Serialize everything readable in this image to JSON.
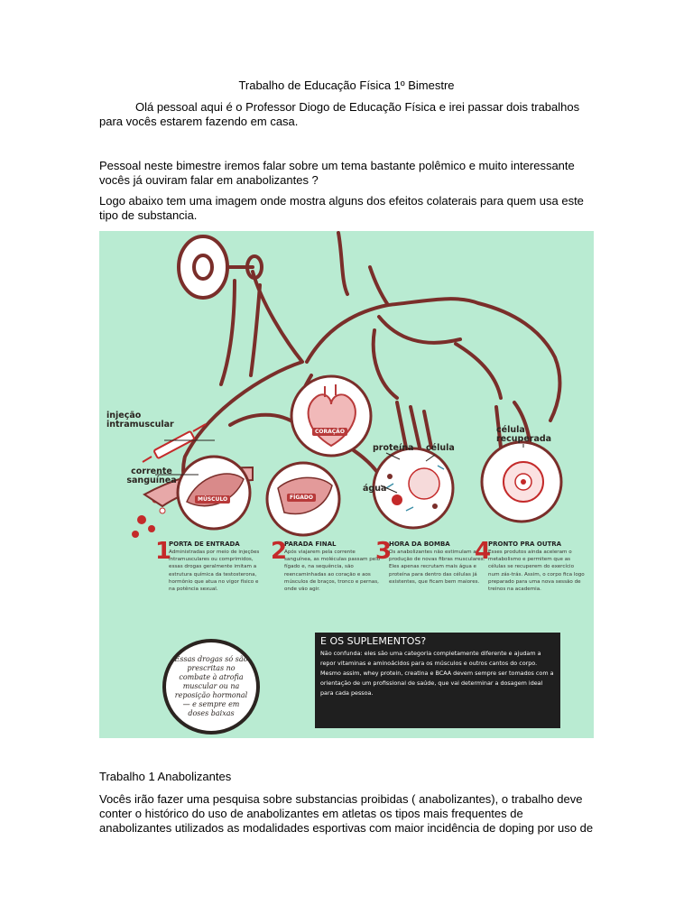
{
  "document": {
    "title": "Trabalho de Educação Física 1º Bimestre",
    "paragraph1": "Olá pessoal aqui é o Professor Diogo de Educação Física e irei passar dois trabalhos para vocês estarem fazendo em casa.",
    "paragraph2": "Pessoal neste bimestre iremos falar sobre um tema bastante polêmico e muito interessante vocês já ouviram falar em anabolizantes ?",
    "paragraph3": "Logo abaixo tem uma imagem onde mostra alguns dos efeitos colaterais para quem usa este tipo de substancia.",
    "section_heading": "Trabalho 1 Anabolizantes",
    "paragraph4": "Vocês irão fazer uma pesquisa sobre substancias proibidas ( anabolizantes), o trabalho deve conter o histórico do uso de anabolizantes em atletas os tipos mais frequentes de anabolizantes utilizados as modalidades esportivas com maior incidência de doping por uso de"
  },
  "infographic": {
    "colors": {
      "background": "#b9ebd2",
      "accent": "#c42a2a",
      "outline": "#7a2e2a",
      "dark_box": "#1f1f1f"
    },
    "labels": {
      "injection": "injeção intramuscular",
      "bloodstream": "corrente sanguínea",
      "muscle": "MÚSCULO",
      "liver": "FÍGADO",
      "heart": "CORAÇÃO",
      "protein": "proteína",
      "cell": "célula",
      "water": "água",
      "recovered_cell": "célula recuperada"
    },
    "steps": [
      {
        "number": "1",
        "title": "PORTA DE ENTRADA",
        "text": "Administradas por meio de injeções intramusculares ou comprimidos, essas drogas geralmente imitam a estrutura química da testosterona, hormônio que atua no vigor físico e na potência sexual."
      },
      {
        "number": "2",
        "title": "PARADA FINAL",
        "text": "Após viajarem pela corrente sanguínea, as moléculas passam pelo fígado e, na sequência, são reencaminhadas ao coração e aos músculos de braços, tronco e pernas, onde vão agir."
      },
      {
        "number": "3",
        "title": "HORA DA BOMBA",
        "text": "Os anabolizantes não estimulam a produção de novas fibras musculares. Eles apenas recrutam mais água e proteína para dentro das células já existentes, que ficam bem maiores."
      },
      {
        "number": "4",
        "title": "PRONTO PRA OUTRA",
        "text": "Esses produtos ainda aceleram o metabolismo e permitem que as células se recuperem do exercício num zás-trás. Assim, o corpo fica logo preparado para uma nova sessão de treinos na academia."
      }
    ],
    "quote": "Essas drogas só são prescritas no combate à atrofia muscular ou na reposição hormonal — e sempre em doses baixas",
    "supplements": {
      "title": "E OS SUPLEMENTOS?",
      "text": "Não confunda: eles são uma categoria completamente diferente e ajudam a repor vitaminas e aminoácidos para os músculos e outros cantos do corpo. Mesmo assim, whey protein, creatina e BCAA devem sempre ser tomados com a orientação de um profissional de saúde, que vai determinar a dosagem ideal para cada pessoa."
    }
  }
}
